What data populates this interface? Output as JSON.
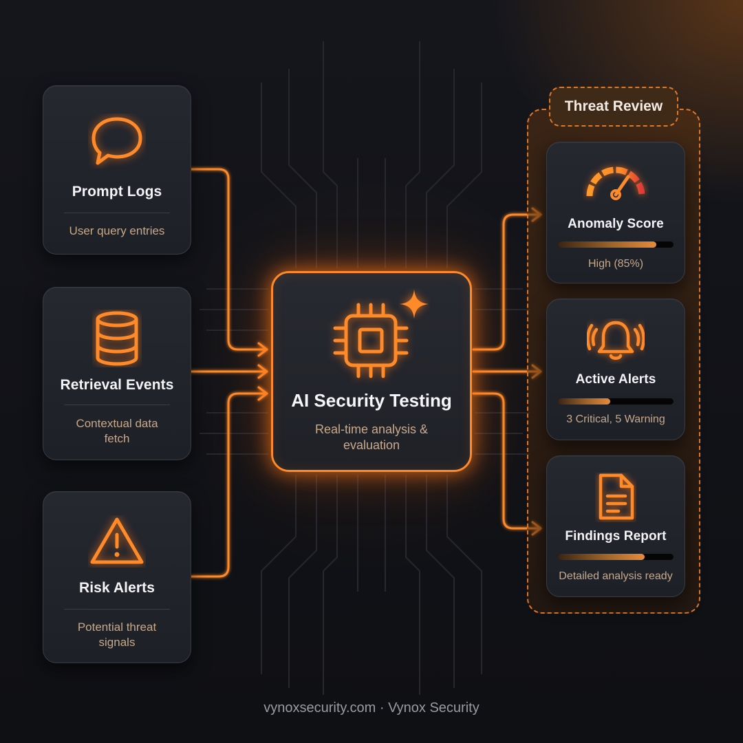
{
  "inputs": [
    {
      "title": "Prompt Logs",
      "desc": "User query entries",
      "icon": "chat-bubble-icon"
    },
    {
      "title": "Retrieval Events",
      "desc": "Contextual data fetch",
      "icon": "database-icon"
    },
    {
      "title": "Risk Alerts",
      "desc": "Potential threat signals",
      "icon": "warning-triangle-icon"
    }
  ],
  "center": {
    "title": "AI Security Testing",
    "desc": "Real-time analysis & evaluation",
    "icon": "cpu-chip-icon",
    "accent_icon": "sparkle-icon"
  },
  "review": {
    "label": "Threat Review",
    "items": [
      {
        "title": "Anomaly Score",
        "desc": "High (85%)",
        "progress": 0.85,
        "icon": "gauge-icon"
      },
      {
        "title": "Active Alerts",
        "desc": "3 Critical, 5 Warning",
        "progress": 0.45,
        "icon": "bell-icon"
      },
      {
        "title": "Findings Report",
        "desc": "Detailed analysis ready",
        "progress": 0.75,
        "icon": "document-icon"
      }
    ]
  },
  "footer": "vynoxsecurity.com · Vynox Security",
  "colors": {
    "accent": "#ff8a2a",
    "background": "#121318",
    "card": "#23252c",
    "critical": "#e03a3a"
  }
}
